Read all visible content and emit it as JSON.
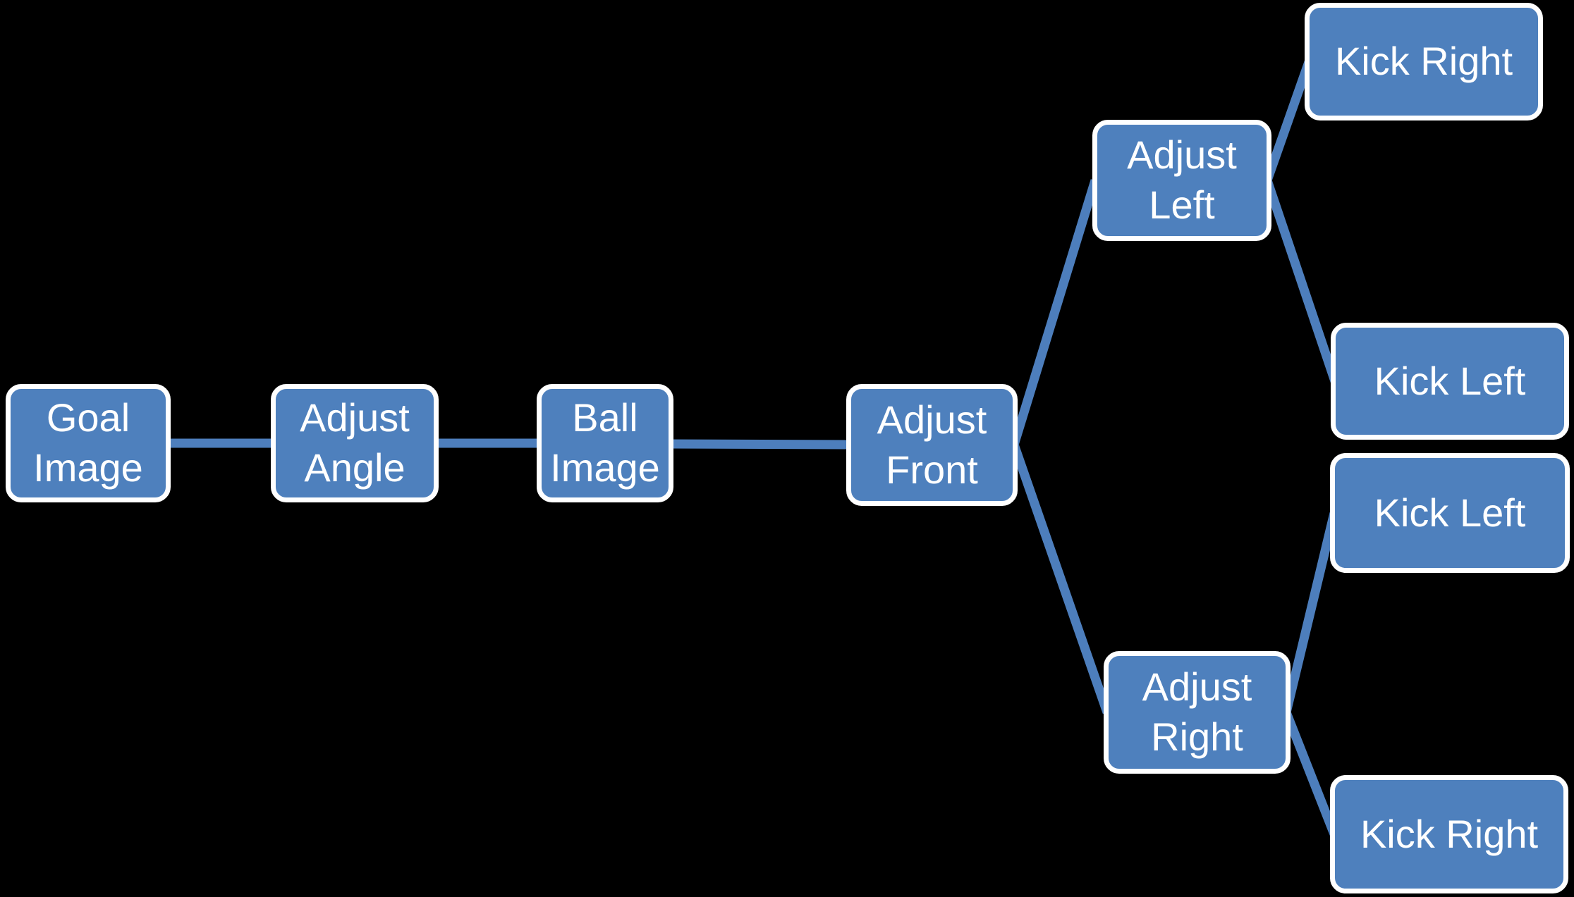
{
  "diagram": {
    "type": "hierarchy-flow",
    "background_color": "#000000",
    "node_fill_color": "#4e80bd",
    "node_border_color": "#ffffff",
    "node_text_color": "#ffffff",
    "connector_color": "#4d7ebc",
    "nodes": [
      {
        "id": "goal-image",
        "label": "Goal Image"
      },
      {
        "id": "adjust-angle",
        "label": "Adjust Angle"
      },
      {
        "id": "ball-image",
        "label": "Ball Image"
      },
      {
        "id": "adjust-front",
        "label": "Adjust Front"
      },
      {
        "id": "adjust-left",
        "label": "Adjust Left"
      },
      {
        "id": "kick-right-top",
        "label": "Kick Right"
      },
      {
        "id": "kick-left-upper",
        "label": "Kick Left"
      },
      {
        "id": "kick-left-lower",
        "label": "Kick Left"
      },
      {
        "id": "adjust-right",
        "label": "Adjust Right"
      },
      {
        "id": "kick-right-bottom",
        "label": "Kick Right"
      }
    ],
    "edges": [
      {
        "from": "goal-image",
        "to": "adjust-angle"
      },
      {
        "from": "adjust-angle",
        "to": "ball-image"
      },
      {
        "from": "ball-image",
        "to": "adjust-front"
      },
      {
        "from": "adjust-front",
        "to": "adjust-left"
      },
      {
        "from": "adjust-front",
        "to": "adjust-right"
      },
      {
        "from": "adjust-left",
        "to": "kick-right-top"
      },
      {
        "from": "adjust-left",
        "to": "kick-left-upper"
      },
      {
        "from": "adjust-right",
        "to": "kick-left-lower"
      },
      {
        "from": "adjust-right",
        "to": "kick-right-bottom"
      }
    ]
  }
}
